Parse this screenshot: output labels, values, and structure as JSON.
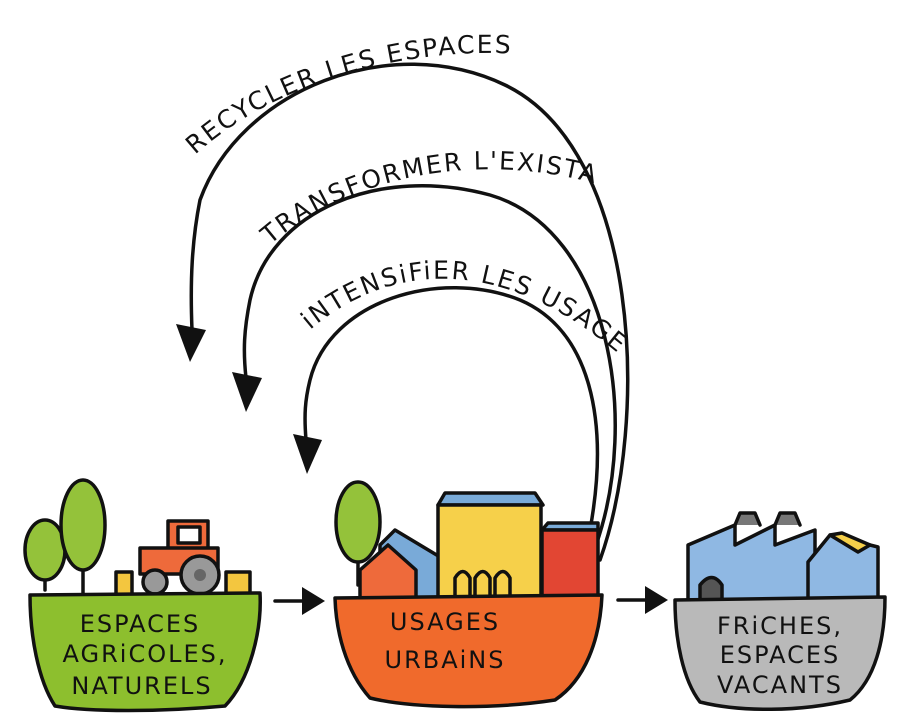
{
  "arcs": {
    "outer_label": "RECYCLER LES ESPACES",
    "middle_label": "TRANSFORMER L'EXISTANT",
    "inner_label": "iNTENSiFiER LES USAGES"
  },
  "boxes": {
    "agri": {
      "lines": [
        "ESPACES",
        "AGRiCOLES,",
        "NATURELS"
      ],
      "color": "#8dbf2e"
    },
    "urban": {
      "lines": [
        "USAGES",
        "URBAiNS"
      ],
      "color": "#f06a2c"
    },
    "vacant": {
      "lines": [
        "FRiCHES,",
        "ESPACES",
        "VACANTS"
      ],
      "color": "#b9b9b9"
    }
  },
  "colors": {
    "tree_green": "#94c23a",
    "tractor_red": "#ee6a3b",
    "building_yellow": "#f6d04a",
    "building_blue": "#79aad8",
    "building_red": "#e24633",
    "factory_blue": "#8fb8e3"
  }
}
